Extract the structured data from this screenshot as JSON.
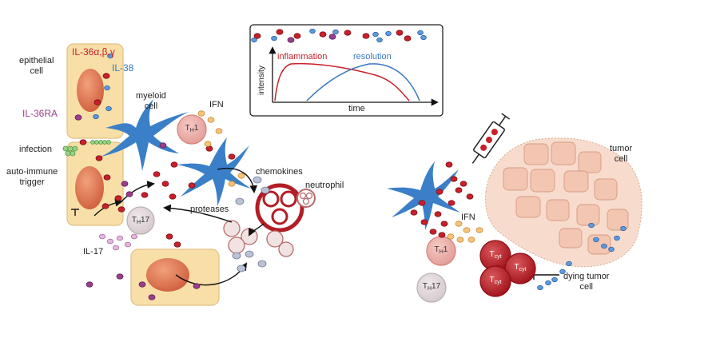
{
  "labels": {
    "epithelial_cell": "epithelial\ncell",
    "il36": "IL-36α,β,γ",
    "il38": "IL-38",
    "il36ra": "IL-36RA",
    "myeloid_cell": "myeloid\ncell",
    "ifn_left": "IFN",
    "infection": "infection",
    "autoimmune_trigger": "auto-immune\ntrigger",
    "chemokines": "chemokines",
    "neutrophil": "neutrophil",
    "proteases": "proteases",
    "il17": "IL-17",
    "tumor_cell": "tumor\ncell",
    "ifn_right": "IFN",
    "dying_tumor_cell": "dying tumor\ncell"
  },
  "cells": {
    "th1": {
      "main": "T",
      "sub": "H",
      "rest": "1"
    },
    "th17": {
      "main": "T",
      "sub": "H",
      "rest": "17"
    },
    "tcyt": {
      "main": "T",
      "sub": "cyt"
    }
  },
  "inset": {
    "inflammation": "inflammation",
    "resolution": "resolution",
    "ylabel": "intensity",
    "xlabel": "time"
  },
  "colors": {
    "red": "#c8202a",
    "blue": "#3a78bf",
    "purple": "#9a3e8c",
    "epithelial_fill": "#f8dfa8",
    "nucleus": "#e07a55",
    "myeloid": "#3a7fc8",
    "tumor_fill": "#f7dccd"
  }
}
